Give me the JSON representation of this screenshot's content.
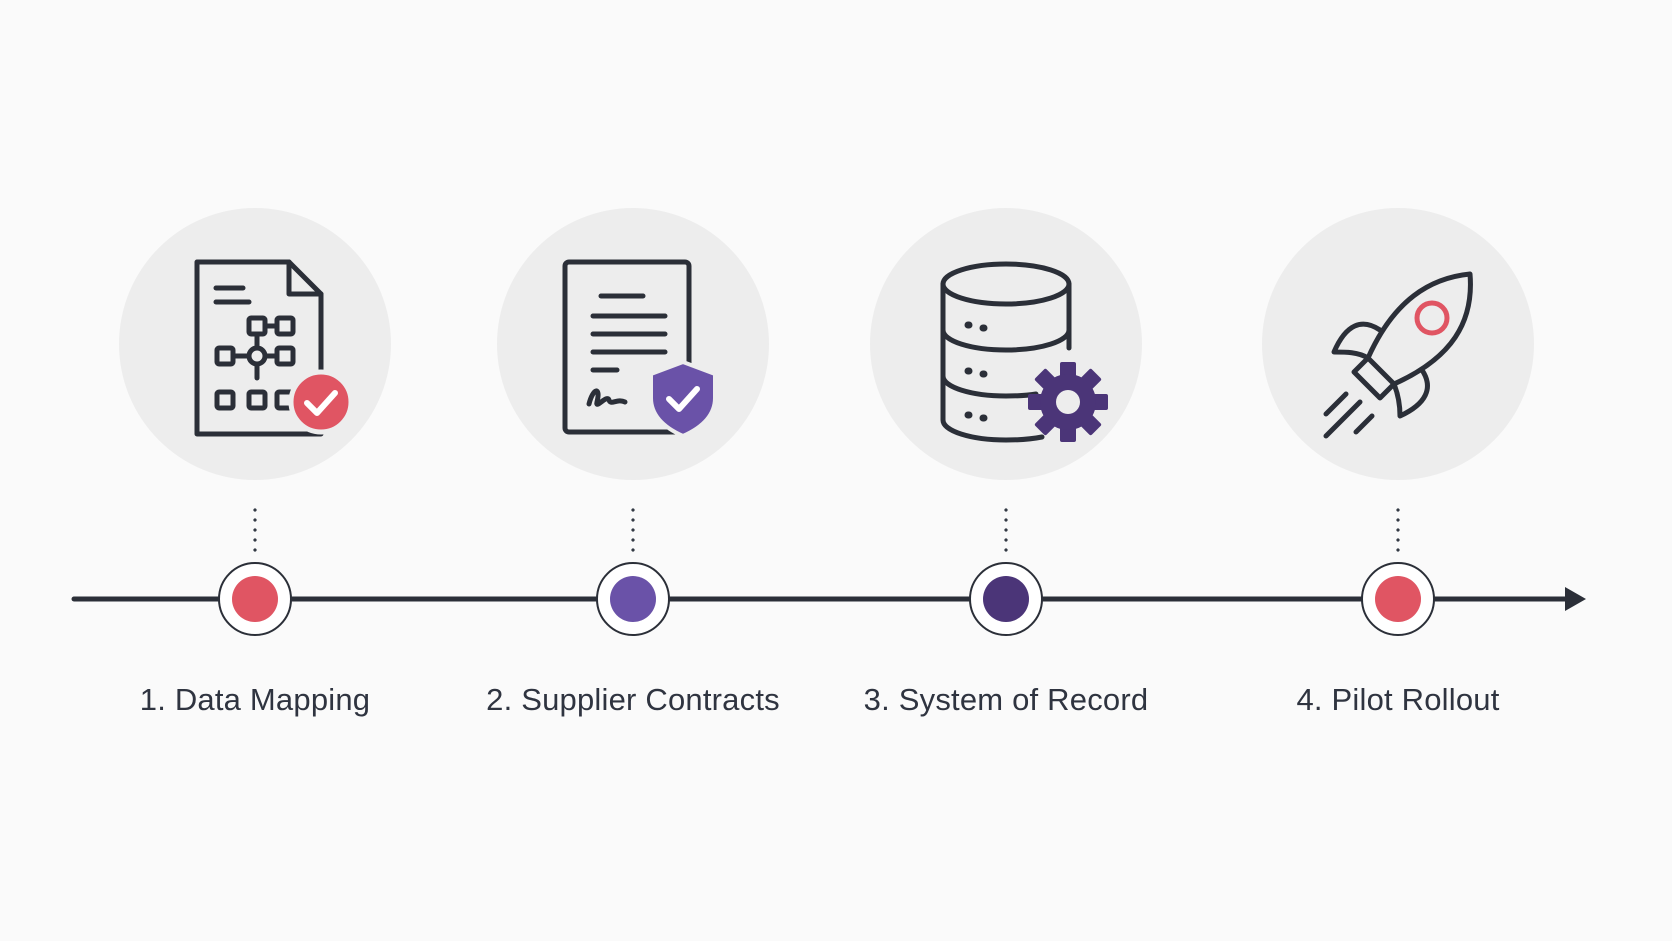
{
  "colors": {
    "line": "#2b2f38",
    "coral": "#e05563",
    "purple": "#6a52a8",
    "deep_purple": "#4b3578",
    "circle_bg": "#ededed",
    "label_text": "#2f3440"
  },
  "steps": [
    {
      "label": "1. Data Mapping",
      "icon": "data-map-document-check-icon",
      "node_color": "#e05563"
    },
    {
      "label": "2. Supplier Contracts",
      "icon": "signed-contract-shield-icon",
      "node_color": "#6a52a8"
    },
    {
      "label": "3. System of Record",
      "icon": "database-gear-icon",
      "node_color": "#4b3578"
    },
    {
      "label": "4. Pilot Rollout",
      "icon": "rocket-icon",
      "node_color": "#e05563"
    }
  ]
}
